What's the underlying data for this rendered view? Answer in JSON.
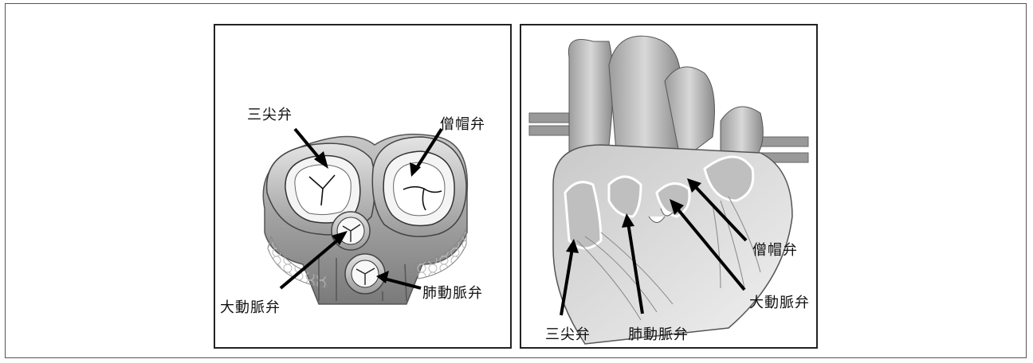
{
  "left_panel": {
    "labels": {
      "tricuspid": "三尖弁",
      "mitral": "僧帽弁",
      "aortic": "大動脈弁",
      "pulmonary": "肺動脈弁"
    }
  },
  "right_panel": {
    "labels": {
      "mitral": "僧帽弁",
      "aortic": "大動脈弁",
      "tricuspid": "三尖弁",
      "pulmonary": "肺動脈弁"
    }
  }
}
